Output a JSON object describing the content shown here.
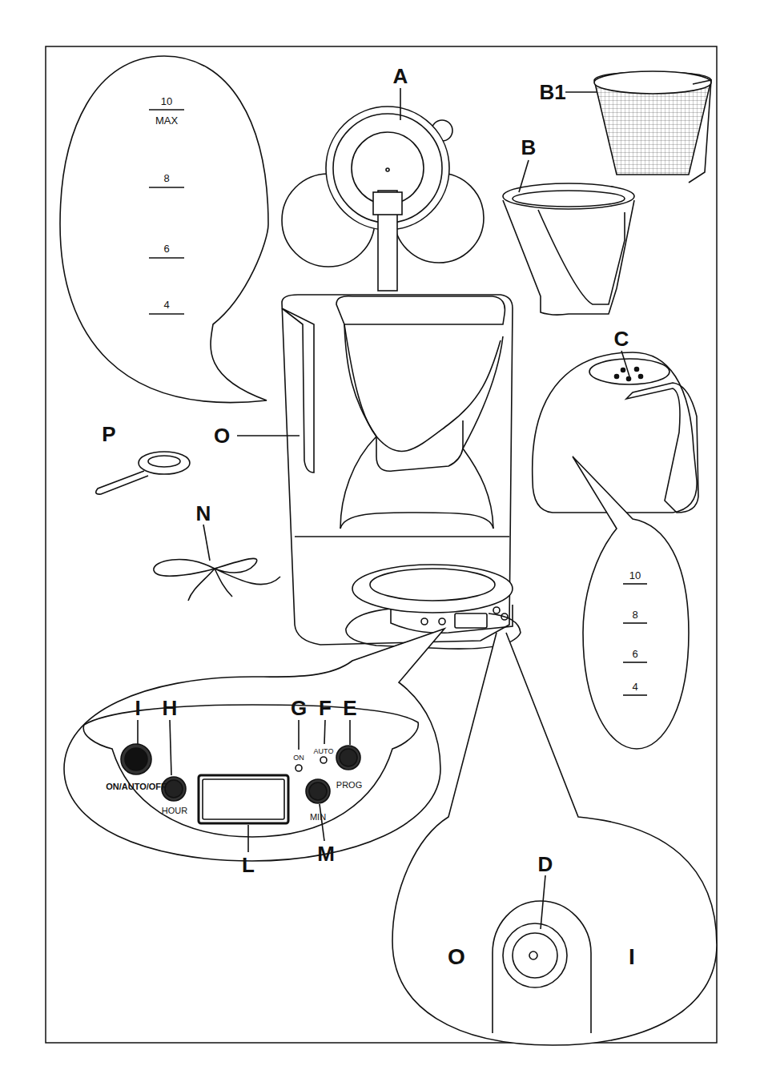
{
  "diagram": {
    "labels": [
      "A",
      "B1",
      "B",
      "C",
      "P",
      "O",
      "N",
      "I",
      "H",
      "G",
      "F",
      "E",
      "L",
      "M",
      "D",
      "10",
      "MAX",
      "8",
      "6",
      "4",
      "10",
      "8",
      "6",
      "4",
      "ON/AUTO/OFF",
      "HOUR",
      "ON",
      "AUTO",
      "PROG",
      "MIN",
      "O",
      "I"
    ]
  }
}
